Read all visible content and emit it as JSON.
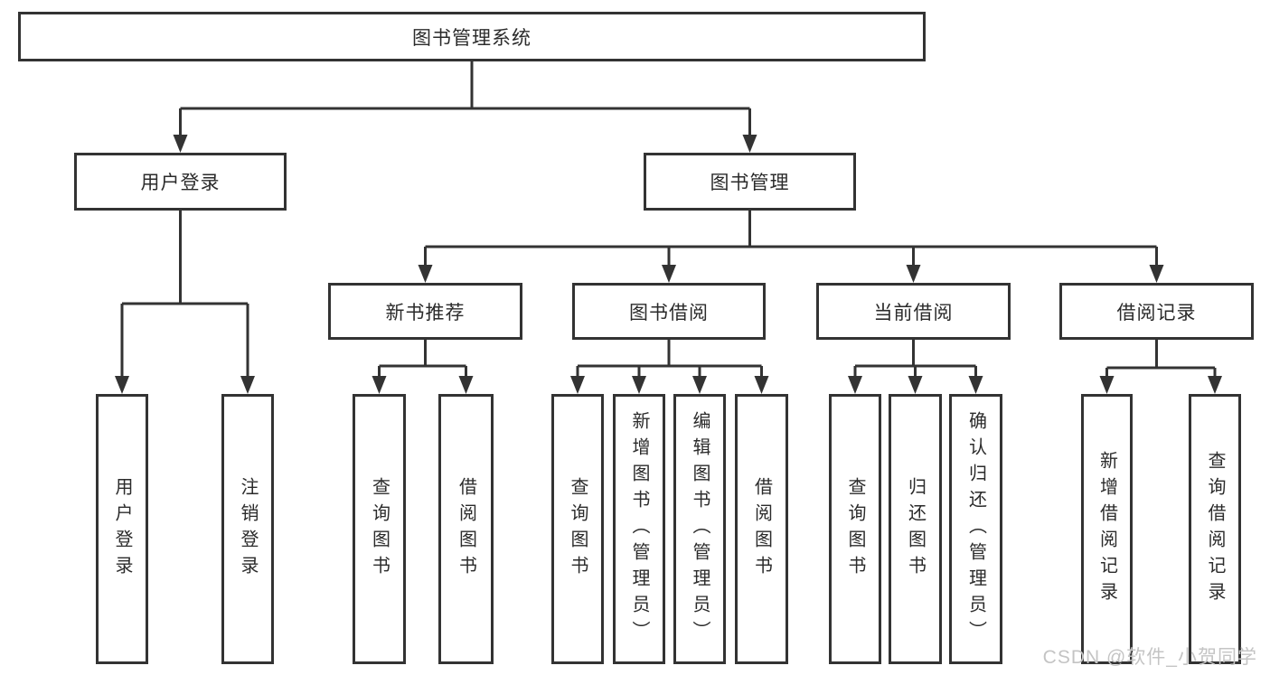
{
  "diagram": {
    "root": {
      "label": "图书管理系统"
    },
    "level2": [
      {
        "label": "用户登录",
        "parent": "图书管理系统"
      },
      {
        "label": "图书管理",
        "parent": "图书管理系统"
      }
    ],
    "level3": [
      {
        "label": "新书推荐",
        "parent": "图书管理"
      },
      {
        "label": "图书借阅",
        "parent": "图书管理"
      },
      {
        "label": "当前借阅",
        "parent": "图书管理"
      },
      {
        "label": "借阅记录",
        "parent": "图书管理"
      }
    ],
    "leaves": [
      {
        "label": "用户登录",
        "parent": "用户登录"
      },
      {
        "label": "注销登录",
        "parent": "用户登录"
      },
      {
        "label": "查询图书",
        "parent": "新书推荐"
      },
      {
        "label": "借阅图书",
        "parent": "新书推荐"
      },
      {
        "label": "查询图书",
        "parent": "图书借阅"
      },
      {
        "label": "新增图书（管理员）",
        "parent": "图书借阅"
      },
      {
        "label": "编辑图书（管理员）",
        "parent": "图书借阅"
      },
      {
        "label": "借阅图书",
        "parent": "图书借阅"
      },
      {
        "label": "查询图书",
        "parent": "当前借阅"
      },
      {
        "label": "归还图书",
        "parent": "当前借阅"
      },
      {
        "label": "确认归还（管理员）",
        "parent": "当前借阅"
      },
      {
        "label": "新增借阅记录",
        "parent": "借阅记录"
      },
      {
        "label": "查询借阅记录",
        "parent": "借阅记录"
      }
    ]
  },
  "watermark": {
    "text": "CSDN @软件_小贺同学"
  },
  "colors": {
    "box_border": "#333333",
    "box_fill": "#ffffff",
    "connector_line": "#333333",
    "text": "#2b2b2b",
    "watermark": "#c4c4c4",
    "background": "#ffffff"
  }
}
